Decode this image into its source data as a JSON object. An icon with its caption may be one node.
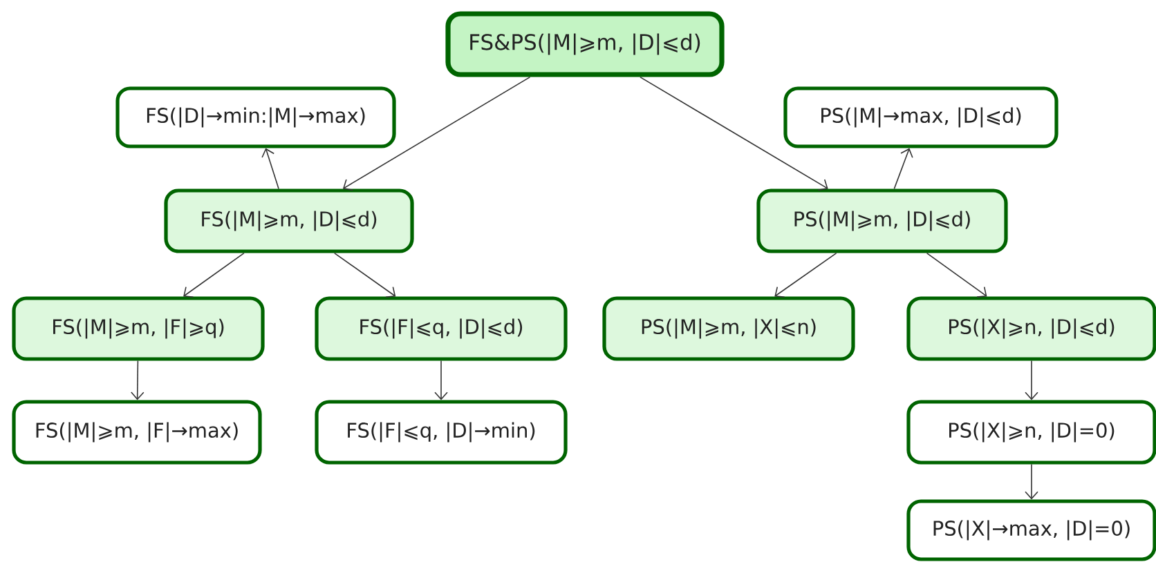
{
  "diagram": {
    "nodes": [
      {
        "text": [
          "FS&PS(|M|⩾m, |D|⩽d)"
        ]
      },
      {
        "text": [
          "FS(|D|→min:|M|→max)"
        ]
      },
      {
        "text": [
          "PS(|M|→max, |D|⩽d)"
        ]
      },
      {
        "text": [
          "FS(|M|⩾m, |D|⩽d)"
        ]
      },
      {
        "text": [
          "PS(|M|⩾m, |D|⩽d)"
        ]
      },
      {
        "text": [
          "FS(|M|⩾m, |F|⩾q)"
        ]
      },
      {
        "text": [
          "FS(|F|⩽q, |D|⩽d)"
        ]
      },
      {
        "text": [
          "PS(|M|⩾m, |X|⩽n)"
        ]
      },
      {
        "text": [
          "PS(|X|⩾n, |D|⩽d)"
        ]
      },
      {
        "text": [
          "FS(|M|⩾m, |F|→max)"
        ]
      },
      {
        "text": [
          "FS(|F|⩽q, |D|→min)"
        ]
      },
      {
        "text": [
          "PS(|X|⩾n, |D|=0)"
        ]
      },
      {
        "text": [
          "PS(|X|→max, |D|=0)"
        ]
      }
    ],
    "edges": [
      {
        "from": 0,
        "to": 3,
        "arrow": "to"
      },
      {
        "from": 0,
        "to": 4,
        "arrow": "to"
      },
      {
        "from": 3,
        "to": 1,
        "arrow": "to"
      },
      {
        "from": 4,
        "to": 2,
        "arrow": "to"
      },
      {
        "from": 3,
        "to": 5,
        "arrow": "to"
      },
      {
        "from": 3,
        "to": 6,
        "arrow": "to"
      },
      {
        "from": 4,
        "to": 7,
        "arrow": "to"
      },
      {
        "from": 4,
        "to": 8,
        "arrow": "to"
      },
      {
        "from": 5,
        "to": 9,
        "arrow": "to"
      },
      {
        "from": 6,
        "to": 10,
        "arrow": "to"
      },
      {
        "from": 8,
        "to": 11,
        "arrow": "to"
      },
      {
        "from": 11,
        "to": 12,
        "arrow": "to"
      }
    ]
  }
}
